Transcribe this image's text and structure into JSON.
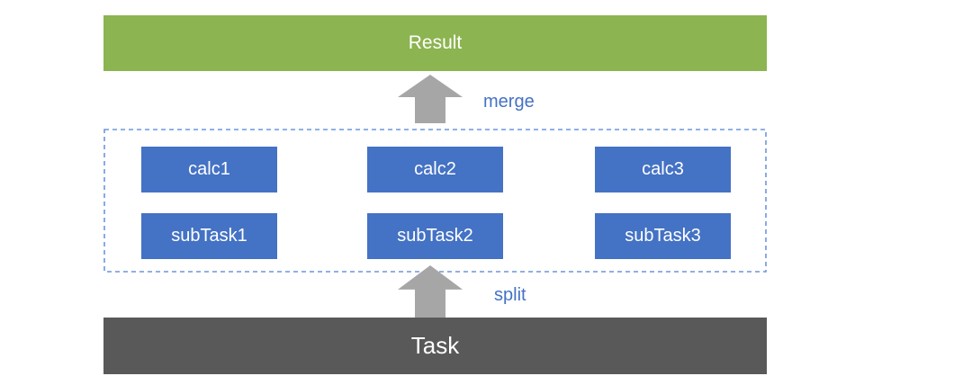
{
  "nodes": {
    "result_label": "Result",
    "task_label": "Task"
  },
  "arrows": {
    "merge_label": "merge",
    "split_label": "split"
  },
  "parallel_block": {
    "calc_nodes": [
      "calc1",
      "calc2",
      "calc3"
    ],
    "subtask_nodes": [
      "subTask1",
      "subTask2",
      "subTask3"
    ]
  },
  "colors": {
    "result_bar_green": "#8CB450",
    "task_bar_gray": "#595959",
    "node_blue": "#4472C4",
    "arrow_gray": "#A6A6A6",
    "arrow_label_blue": "#4472C4",
    "dashed_border_blue": "#6C96DC",
    "node_text": "#FFFFFF",
    "background": "#FFFFFF"
  }
}
